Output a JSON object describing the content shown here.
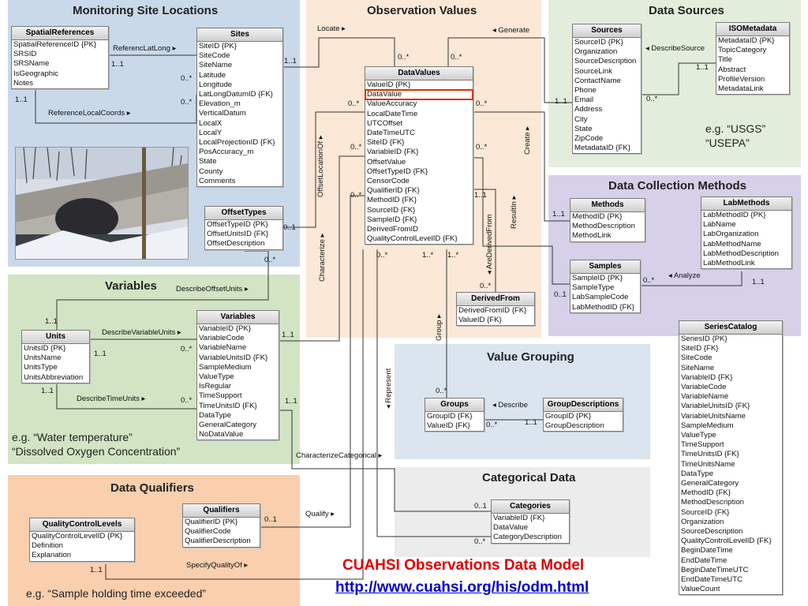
{
  "panels": {
    "monitoring": "Monitoring Site Locations",
    "observation": "Observation Values",
    "sources": "Data Sources",
    "methods": "Data Collection Methods",
    "variables": "Variables",
    "grouping": "Value Grouping",
    "categorical": "Categorical Data",
    "qualifiers": "Data Qualifiers"
  },
  "entities": {
    "spatial": {
      "name": "SpatialReferences",
      "fields": [
        "SpatialReferenceID {PK}",
        "SRSID",
        "SRSName",
        "IsGeographic",
        "Notes"
      ]
    },
    "sites": {
      "name": "Sites",
      "fields": [
        "SiteID {PK}",
        "SiteCode",
        "SiteName",
        "Latitude",
        "Longitude",
        "LatLongDatumID {FK}",
        "Elevation_m",
        "VerticalDatum",
        "LocalX",
        "LocalY",
        "LocalProjectionID {FK}",
        "PosAccuracy_m",
        "State",
        "County",
        "Comments"
      ]
    },
    "offsettypes": {
      "name": "OffsetTypes",
      "fields": [
        "OffsetTypeID {PK}",
        "OffsetUnitsID {FK}",
        "OffsetDescription"
      ]
    },
    "datavalues": {
      "name": "DataValues",
      "fields": [
        "ValueID {PK}",
        "DataValue",
        "ValueAccuracy",
        "LocalDateTime",
        "UTCOffset",
        "DateTimeUTC",
        "SiteID {FK}",
        "VariableID {FK}",
        "OffsetValue",
        "OffsetTypeID {FK}",
        "CensorCode",
        "QualifierID {FK}",
        "MethodID {FK}",
        "SourceID {FK}",
        "SampleID {FK}",
        "DerivedFromID",
        "QualityControlLevelID {FK}"
      ]
    },
    "derivedfrom": {
      "name": "DerivedFrom",
      "fields": [
        "DerivedFromID {FK}",
        "ValueID {FK}"
      ]
    },
    "sources": {
      "name": "Sources",
      "fields": [
        "SourceID {PK}",
        "Organization",
        "SourceDescription",
        "SourceLink",
        "ContactName",
        "Phone",
        "Email",
        "Address",
        "City",
        "State",
        "ZipCode",
        "MetadataID {FK}"
      ]
    },
    "isometadata": {
      "name": "ISOMetadata",
      "fields": [
        "MetadataID {PK}",
        "TopicCategory",
        "Title",
        "Abstract",
        "ProfileVersion",
        "MetadataLink"
      ]
    },
    "methods": {
      "name": "Methods",
      "fields": [
        "MethodID {PK}",
        "MethodDescription",
        "MethodLink"
      ]
    },
    "labmethods": {
      "name": "LabMethods",
      "fields": [
        "LabMethodID {PK}",
        "LabName",
        "LabOrganization",
        "LabMethodName",
        "LabMethodDescription",
        "LabMethodLink"
      ]
    },
    "samples": {
      "name": "Samples",
      "fields": [
        "SampleID {PK}",
        "SampleType",
        "LabSampleCode",
        "LabMethodID {FK}"
      ]
    },
    "units": {
      "name": "Units",
      "fields": [
        "UnitsID {PK}",
        "UnitsName",
        "UnitsType",
        "UnitsAbbreviation"
      ]
    },
    "variables": {
      "name": "Variables",
      "fields": [
        "VariableID {PK}",
        "VariableCode",
        "VariableName",
        "VariableUnitsID {FK}",
        "SampleMedium",
        "ValueType",
        "IsRegular",
        "TimeSupport",
        "TimeUnitsID {FK}",
        "DataType",
        "GeneralCategory",
        "NoDataValue"
      ]
    },
    "groups": {
      "name": "Groups",
      "fields": [
        "GroupID {FK}",
        "ValueID {FK}"
      ]
    },
    "groupdesc": {
      "name": "GroupDescriptions",
      "fields": [
        "GroupID {PK}",
        "GroupDescription"
      ]
    },
    "categories": {
      "name": "Categories",
      "fields": [
        "VariableID {FK}",
        "DataValue",
        "CategoryDescription"
      ]
    },
    "qcl": {
      "name": "QualityControlLevels",
      "fields": [
        "QualityControlLevelID {PK}",
        "Definition",
        "Explanation"
      ]
    },
    "qualifiers": {
      "name": "Qualifiers",
      "fields": [
        "QualifierID {PK}",
        "QualifierCode",
        "QualifierDescription"
      ]
    },
    "seriescatalog": {
      "name": "SeriesCatalog",
      "fields": [
        "SeriesID {PK}",
        "SiteID {FK}",
        "SiteCode",
        "SiteName",
        "VariableID {FK}",
        "VariableCode",
        "VariableName",
        "VariableUnitsID {FK}",
        "VariableUnitsName",
        "SampleMedium",
        "ValueType",
        "TimeSupport",
        "TimeUnitsID {FK}",
        "TimeUnitsName",
        "DataType",
        "GeneralCategory",
        "MethodID {FK}",
        "MethodDescription",
        "SourceID {FK}",
        "Organization",
        "SourceDescription",
        "QualityControlLevelID {FK}",
        "BeginDateTime",
        "EndDateTime",
        "BeginDateTimeUTC",
        "EndDateTimeUTC",
        "ValueCount"
      ]
    }
  },
  "relations": {
    "referencLatLong": "ReferencLatLong ▸",
    "referenceLocalCoords": "ReferenceLocalCoords ▸",
    "locate": "Locate ▸",
    "generate": "◂ Generate",
    "describeSource": "◂ DescribeSource",
    "offsetLocationOf": "OffsetLocationOf ▸",
    "characterize": "Characterize ▸",
    "create": "Create ▸",
    "resultIn": "ResultIn ▸",
    "areDerivedFrom": "◂ AreDerivedFrom",
    "analyze": "◂ Analyze",
    "describeOffsetUnits": "DescribeOffsetUnits ▸",
    "describeVariableUnits": "DescribeVariableUnits ▸",
    "describeTimeUnits": "DescribeTimeUnits ▸",
    "group": "Group ▸",
    "represent": "◂ Represent",
    "describe": "◂ Describe",
    "characterizeCategorical": "CharacterizeCategorical ▸",
    "qualify": "Qualify ▸",
    "specifyQualityOf": "SpecifyQualityOf ▸"
  },
  "multiplicity": {
    "m11": "1..1",
    "m0s": "0..*",
    "m1s": "1..*",
    "m01": "0..1"
  },
  "notes": {
    "sources1": "e.g. “USGS”",
    "sources2": "“USEPA”",
    "variables1": "e.g. “Water temperature”",
    "variables2": "“Dissolved Oxygen Concentration”",
    "qualifiers": "e.g. “Sample holding time exceeded”"
  },
  "footer": {
    "title": "CUAHSI Observations Data Model",
    "link": "http://www.cuahsi.org/his/odm.html"
  },
  "colors": {
    "monitoring": "#c9d9ea",
    "observation": "#fbe8d6",
    "sources": "#e2eedb",
    "methods": "#d6d0e8",
    "variables": "#d2e4c3",
    "grouping": "#dbe5ef",
    "categorical": "#ececec",
    "qualifiers": "#f9cfae",
    "highlight": "#e03000"
  }
}
